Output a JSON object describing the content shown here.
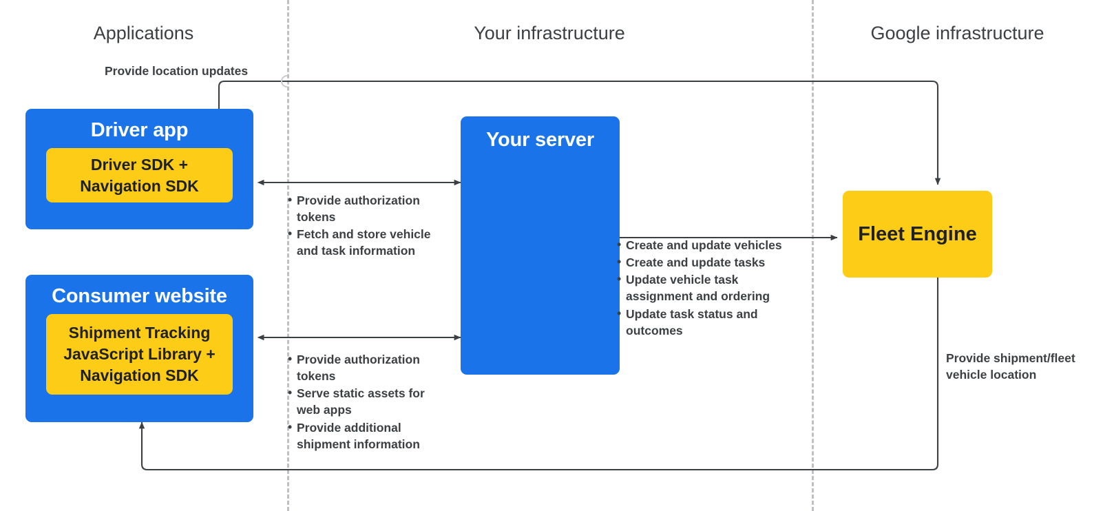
{
  "lanes": [
    {
      "title": "Applications"
    },
    {
      "title": "Your infrastructure"
    },
    {
      "title": "Google infrastructure"
    }
  ],
  "nodes": {
    "driver_app": {
      "title": "Driver app",
      "inner": "Driver SDK +\nNavigation SDK"
    },
    "consumer_website": {
      "title": "Consumer website",
      "inner": "Shipment Tracking\nJavaScript Library  +\nNavigation SDK"
    },
    "your_server": {
      "title": "Your server"
    },
    "fleet_engine": {
      "title": "Fleet Engine"
    }
  },
  "annotations": {
    "location_updates": "Provide location updates",
    "driver_server_bullets": [
      "Provide authorization tokens",
      "Fetch and store vehicle and task information"
    ],
    "consumer_server_bullets": [
      "Provide authorization tokens",
      "Serve static assets for web apps",
      "Provide additional shipment information"
    ],
    "server_fleet_bullets": [
      "Create and update vehicles",
      "Create and update tasks",
      "Update vehicle task assignment and ordering",
      "Update task status and outcomes"
    ],
    "shipment_location": "Provide shipment/fleet\nvehicle location"
  },
  "colors": {
    "blue": "#1a73e8",
    "yellow": "#FCCC17",
    "text_dark": "#3c4043",
    "divider": "#bdc1c6",
    "wire": "#3c4043"
  }
}
